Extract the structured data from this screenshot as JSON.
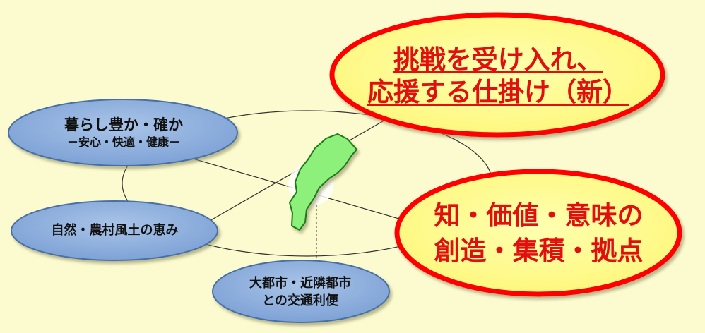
{
  "nodes": {
    "challenge": {
      "line1": "挑戦を受け入れ、",
      "line2": "応援する仕掛け（新）"
    },
    "living": {
      "line1": "暮らし豊か・確か",
      "line2": "－安心・快適・健康－"
    },
    "nature": {
      "line1": "自然・農村風土の恵み"
    },
    "knowledge": {
      "line1": "知・価値・意味の",
      "line2": "創造・集積・拠点"
    },
    "city": {
      "line1": "大都市・近隣都市",
      "line2": "との交通利便"
    }
  },
  "colors": {
    "background": "#fcfbd0",
    "blue_fill": "#8fb0dc",
    "blue_stroke": "#4a6fa5",
    "yellow_fill": "#fefe8c",
    "red_stroke": "#ff0000",
    "red_text": "#e01010",
    "map_fill": "#8cf07a",
    "map_stroke": "#1a7a1a"
  }
}
